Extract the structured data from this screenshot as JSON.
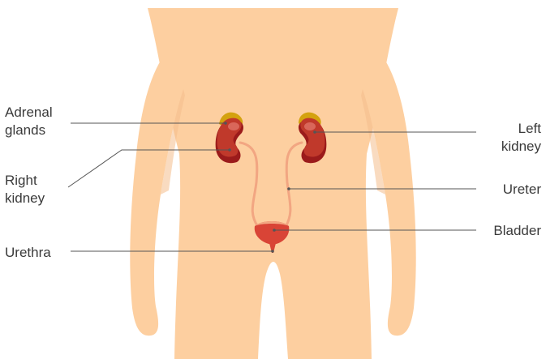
{
  "diagram": {
    "labels": {
      "adrenal_glands": "Adrenal\nglands",
      "right_kidney": "Right\nkidney",
      "urethra": "Urethra",
      "left_kidney": "Left\nkidney",
      "ureter": "Ureter",
      "bladder": "Bladder"
    },
    "colors": {
      "skin": "#FDCFA0",
      "skin_shade": "#F4BE8C",
      "kidney": "#C0392B",
      "kidney_dark": "#9B1B1B",
      "kidney_highlight": "#D9675A",
      "adrenal": "#D4A20F",
      "bladder": "#D94436",
      "ureter": "#F2A682",
      "leader_line": "#555555",
      "text": "#3a3a3a"
    }
  }
}
